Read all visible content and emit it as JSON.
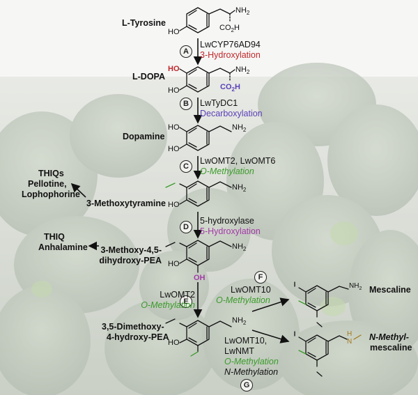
{
  "compounds": {
    "tyrosine": "L-Tyrosine",
    "dopa": "L-DOPA",
    "dopamine": "Dopamine",
    "methoxytyramine": "3-Methoxytyramine",
    "mdhpea_1": "3-Methoxy-4,5-",
    "mdhpea_2": "dihydroxy-PEA",
    "dmhpea_1": "3,5-Dimethoxy-",
    "dmhpea_2": "4-hydroxy-PEA",
    "mescaline": "Mescaline",
    "nmm_1": "N-Methyl-",
    "nmm_2": "mescaline"
  },
  "side_products": {
    "thiqs_1": "THIQs",
    "thiqs_2": "Pellotine,",
    "thiqs_3": "Lophophorine",
    "thiq_1": "THIQ",
    "thiq_2": "Anhalamine"
  },
  "steps": {
    "A": {
      "label": "A",
      "enzyme": "LwCYP76AD94",
      "reaction": "3-Hydroxylation"
    },
    "B": {
      "label": "B",
      "enzyme": "LwTyDC1",
      "reaction": "Decarboxylation"
    },
    "C": {
      "label": "C",
      "enzyme": "LwOMT2, LwOMT6",
      "reaction": "O-Methylation"
    },
    "D": {
      "label": "D",
      "enzyme": "5-hydroxylase",
      "reaction": "5-Hydroxylation"
    },
    "E": {
      "label": "E",
      "enzyme": "LwOMT2",
      "reaction": "O-Methylation"
    },
    "F": {
      "label": "F",
      "enzyme": "LwOMT10",
      "reaction": "O-Methylation"
    },
    "G": {
      "label": "G",
      "enzyme_1": "LwOMT10,",
      "enzyme_2": "LwNMT",
      "reaction_1": "O-Methylation",
      "reaction_2": "N-Methylation"
    }
  },
  "atoms": {
    "nh2": "NH",
    "two": "2",
    "co2h": "CO",
    "co2h_tail": "H",
    "ho": "HO",
    "oh": "OH",
    "nh": "H",
    "n": "N"
  },
  "colors": {
    "red": "#c0282c",
    "purple": "#5a3fb8",
    "green": "#3a9b2a",
    "magenta": "#a23aa8",
    "gold": "#a37a1c"
  }
}
